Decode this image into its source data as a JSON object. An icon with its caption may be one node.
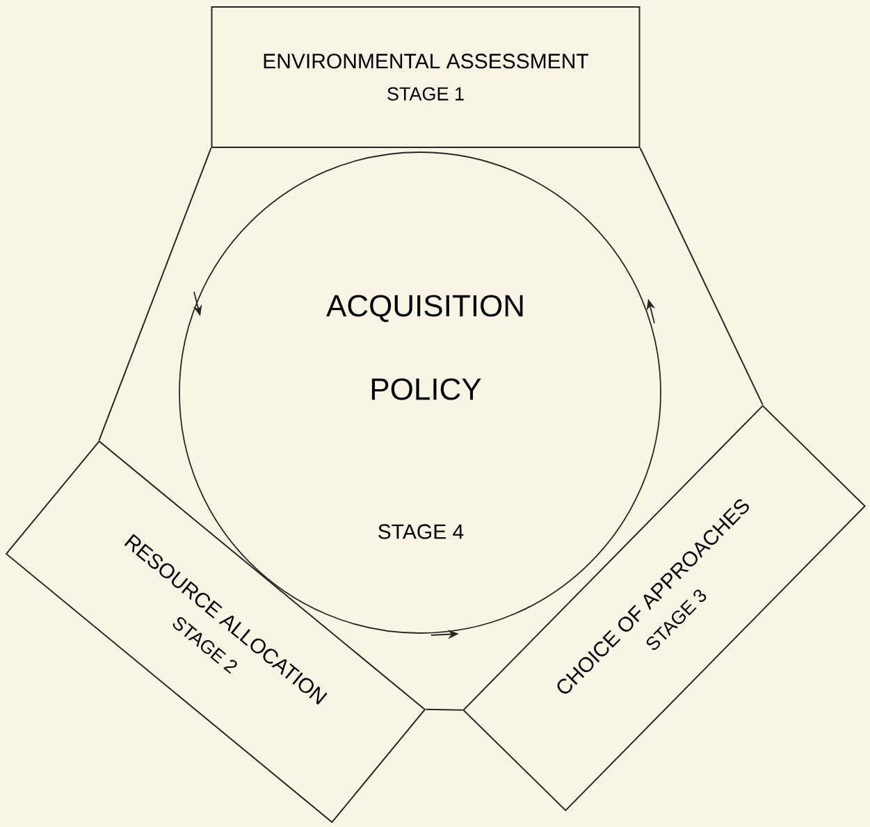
{
  "diagram": {
    "nodes": [
      {
        "text": [
          "ENVIRONMENTAL ASSESSMENT",
          "STAGE 1"
        ]
      },
      {
        "text": [
          "ACQUISITION POLICY",
          "STAGE 4"
        ]
      },
      {
        "text": [
          "RESOURCE ALLOCATION",
          "STAGE 2"
        ]
      },
      {
        "text": [
          "CHOICE OF APPROACHES",
          "STAGE 3"
        ]
      }
    ],
    "edges": [
      {
        "from": 0,
        "to": 2,
        "arrow": "none"
      },
      {
        "from": 2,
        "to": 3,
        "arrow": "none"
      },
      {
        "from": 3,
        "to": 0,
        "arrow": "none"
      }
    ]
  }
}
